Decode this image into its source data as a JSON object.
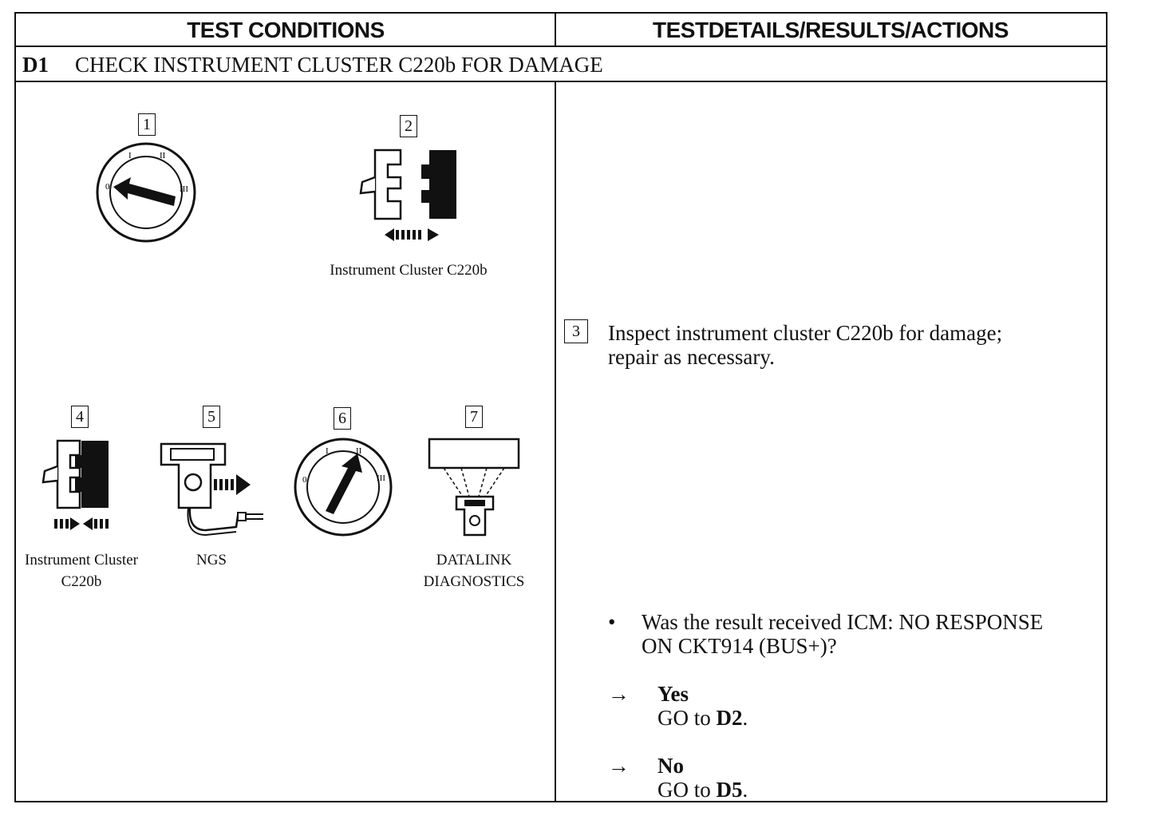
{
  "header": {
    "left_title": "TEST CONDITIONS",
    "right_title": "TESTDETAILS/RESULTS/ACTIONS"
  },
  "step": {
    "id": "D1",
    "title": "CHECK INSTRUMENT CLUSTER C220b FOR DAMAGE"
  },
  "figures": {
    "f1": {
      "num": "1"
    },
    "f2": {
      "num": "2",
      "caption": "Instrument Cluster C220b"
    },
    "f4": {
      "num": "4",
      "caption_line1": "Instrument Cluster",
      "caption_line2": "C220b"
    },
    "f5": {
      "num": "5",
      "caption": "NGS"
    },
    "f6": {
      "num": "6"
    },
    "f7": {
      "num": "7",
      "caption_line1": "DATALINK",
      "caption_line2": "DIAGNOSTICS"
    },
    "switch_labels": {
      "zero": "0",
      "one": "I",
      "two": "II",
      "three": "III"
    }
  },
  "details": {
    "step3_num": "3",
    "step3_line1": "Inspect instrument cluster C220b for damage;",
    "step3_line2": "repair as necessary.",
    "bullet": "•",
    "question_line1": "Was the result received ICM: NO RESPONSE",
    "question_line2": "ON CKT914 (BUS+)?",
    "arrow": "→",
    "yes_label": "Yes",
    "yes_action_prefix": "GO to",
    "yes_target": "D2",
    "no_label": "No",
    "no_action_prefix": "GO to",
    "no_target": "D5",
    "period": "."
  }
}
